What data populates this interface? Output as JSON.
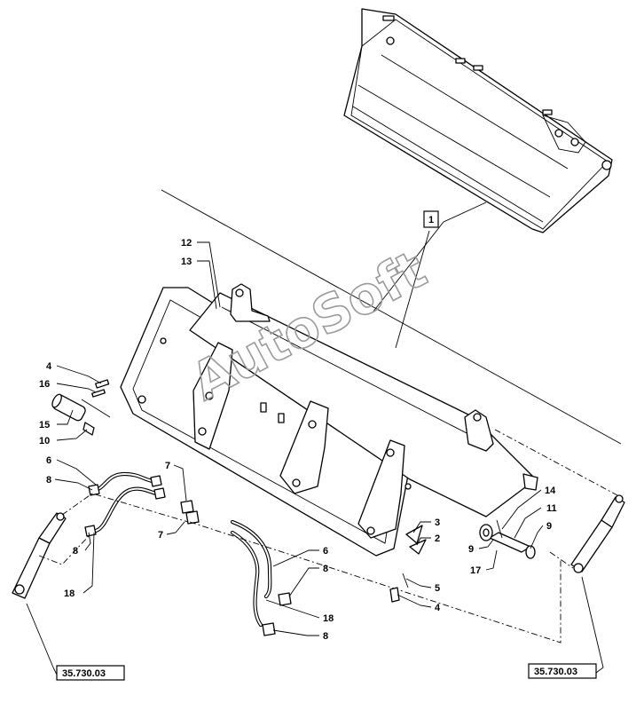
{
  "watermark": "AutoSoft",
  "reference_labels": {
    "left": "35.730.03",
    "right": "35.730.03"
  },
  "callouts": {
    "c1": "1",
    "c12": "12",
    "c13": "13",
    "c4a": "4",
    "c16": "16",
    "c15": "15",
    "c10": "10",
    "c6a": "6",
    "c8a": "8",
    "c7a": "7",
    "c7b": "7",
    "c8b": "8",
    "c18a": "18",
    "c6b": "6",
    "c8c": "8",
    "c18b": "18",
    "c8d": "8",
    "c3": "3",
    "c2": "2",
    "c5": "5",
    "c4b": "4",
    "c14": "14",
    "c11": "11",
    "c9a": "9",
    "c9b": "9",
    "c17": "17"
  }
}
